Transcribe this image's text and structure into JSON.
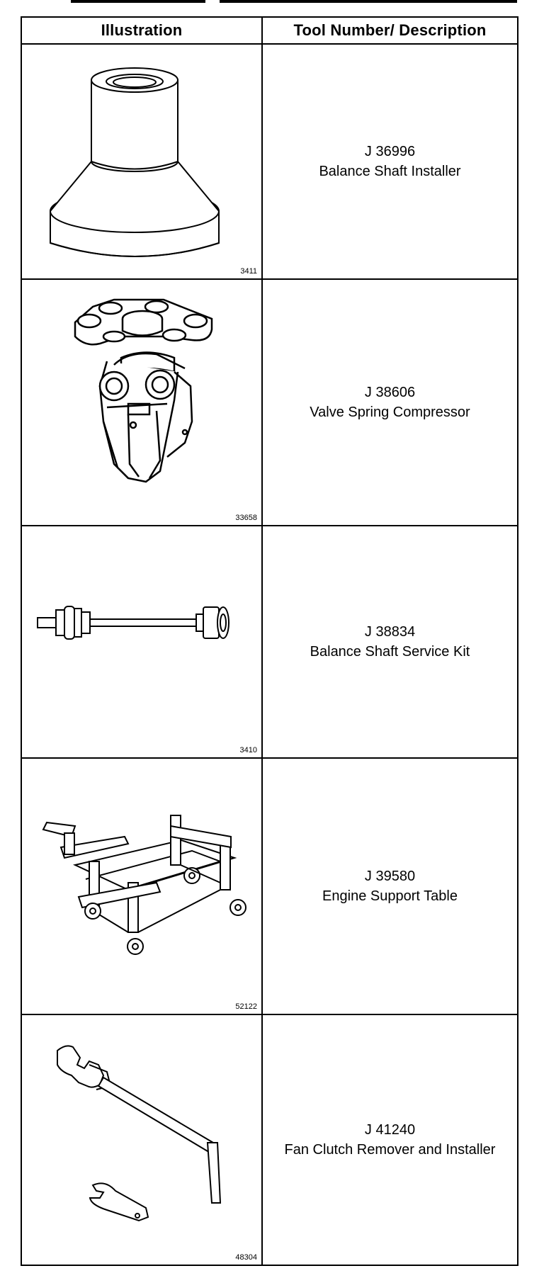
{
  "table": {
    "headers": {
      "illustration": "Illustration",
      "description": "Tool Number/ Description"
    },
    "rows": [
      {
        "figure": "3411",
        "icon": "balance-shaft-installer-icon",
        "tool_number": "J 36996",
        "description": "Balance Shaft Installer"
      },
      {
        "figure": "33658",
        "icon": "valve-spring-compressor-icon",
        "tool_number": "J 38606",
        "description": "Valve Spring Compressor"
      },
      {
        "figure": "3410",
        "icon": "balance-shaft-service-kit-icon",
        "tool_number": "J 38834",
        "description": "Balance Shaft Service Kit"
      },
      {
        "figure": "52122",
        "icon": "engine-support-table-icon",
        "tool_number": "J 39580",
        "description": "Engine Support Table"
      },
      {
        "figure": "48304",
        "icon": "fan-clutch-tool-icon",
        "tool_number": "J 41240",
        "description": "Fan Clutch Remover and Installer"
      }
    ]
  }
}
